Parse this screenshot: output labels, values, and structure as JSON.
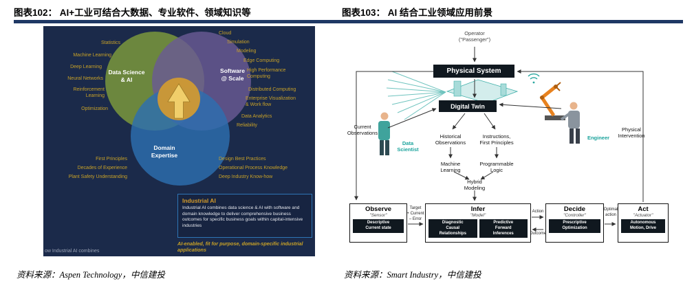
{
  "page": {
    "figure_left_title": "图表102： AI+工业可结合大数据、专业软件、领域知识等",
    "figure_right_title": "图表103： AI 结合工业领域应用前景",
    "source_left": "资料来源：Aspen Technology，中信建投",
    "source_right": "资料来源：Smart Industry，中信建投"
  },
  "colors": {
    "header_bar": "#1f3864",
    "venn_background": "#1b2a4a",
    "venn_label_gold": "#c9a227",
    "circle_green": "#7f9c3c",
    "circle_purple": "#6a5a94",
    "circle_blue": "#2d6fb0",
    "center_gold": "#d09a33",
    "teal_accent": "#2aa7a0",
    "robot_orange": "#e8821e"
  },
  "venn": {
    "circles": {
      "data_science": "Data Science\n& AI",
      "software": "Software\n@ Scale",
      "domain": "Domain\nExpertise"
    },
    "left_labels": [
      "Statistics",
      "Machine Learning",
      "Deep Learning",
      "Neural Networks",
      "Reinforcement\nLearning",
      "Optimization"
    ],
    "right_labels": [
      "Cloud",
      "Simulation",
      "Modeling",
      "Edge Computing",
      "High Performance\nComputing",
      "Distributed Computing",
      "Enterprise Visualization\n& Work flow",
      "Data Analytics",
      "Reliability"
    ],
    "bottom_left_labels": [
      "First Principles",
      "Decades of Experience",
      "Plant Safety Understanding"
    ],
    "bottom_right_labels": [
      "Design Best Practices",
      "Operational Process Knowledge",
      "Deep Industry Know-how"
    ],
    "industrial_ai": {
      "title": "Industrial AI",
      "body": "Industrial AI combines data science & AI with software and domain knowledge to deliver comprehensive business outcomes for specific business goals within capital-intensive industries",
      "tagline": "AI-enabled, fit for purpose, domain-specific industrial applications"
    },
    "corner_note": "ow Industrial AI combines"
  },
  "twin": {
    "operator": "Operator\n(\"Passenger\")",
    "physical_system": "Physical System",
    "digital_twin": "Digital Twin",
    "current_observations": "Current\nObservations",
    "data_scientist": "Data\nScientist",
    "historical_observations": "Historical\nObservations",
    "instructions": "Instructions,\nFirst Principles",
    "machine_learning": "Machine\nLearning",
    "programmable_logic": "Programmable\nLogic",
    "hybrid_modeling": "Hybrid\nModeling",
    "engineer": "Engineer",
    "physical_intervention": "Physical\nIntervention",
    "flow": {
      "error": "Target\n+ Current\n– Error",
      "action": "Action",
      "outcome": "Outcome",
      "optimal": "Optimal\naction"
    },
    "stages": [
      {
        "title": "Observe",
        "sub": "\"Sensor\"",
        "cells": [
          "Descriptive\nCurrent state"
        ]
      },
      {
        "title": "Infer",
        "sub": "\"Model\"",
        "cells": [
          "Diagnostic\nCausal\nRelationships",
          "Predictive\nForward\nInferences"
        ]
      },
      {
        "title": "Decide",
        "sub": "\"Controller\"",
        "cells": [
          "Prescriptive\nOptimization"
        ]
      },
      {
        "title": "Act",
        "sub": "\"Actuator\"",
        "cells": [
          "Autonomous\nMotion, Drive"
        ]
      }
    ]
  }
}
